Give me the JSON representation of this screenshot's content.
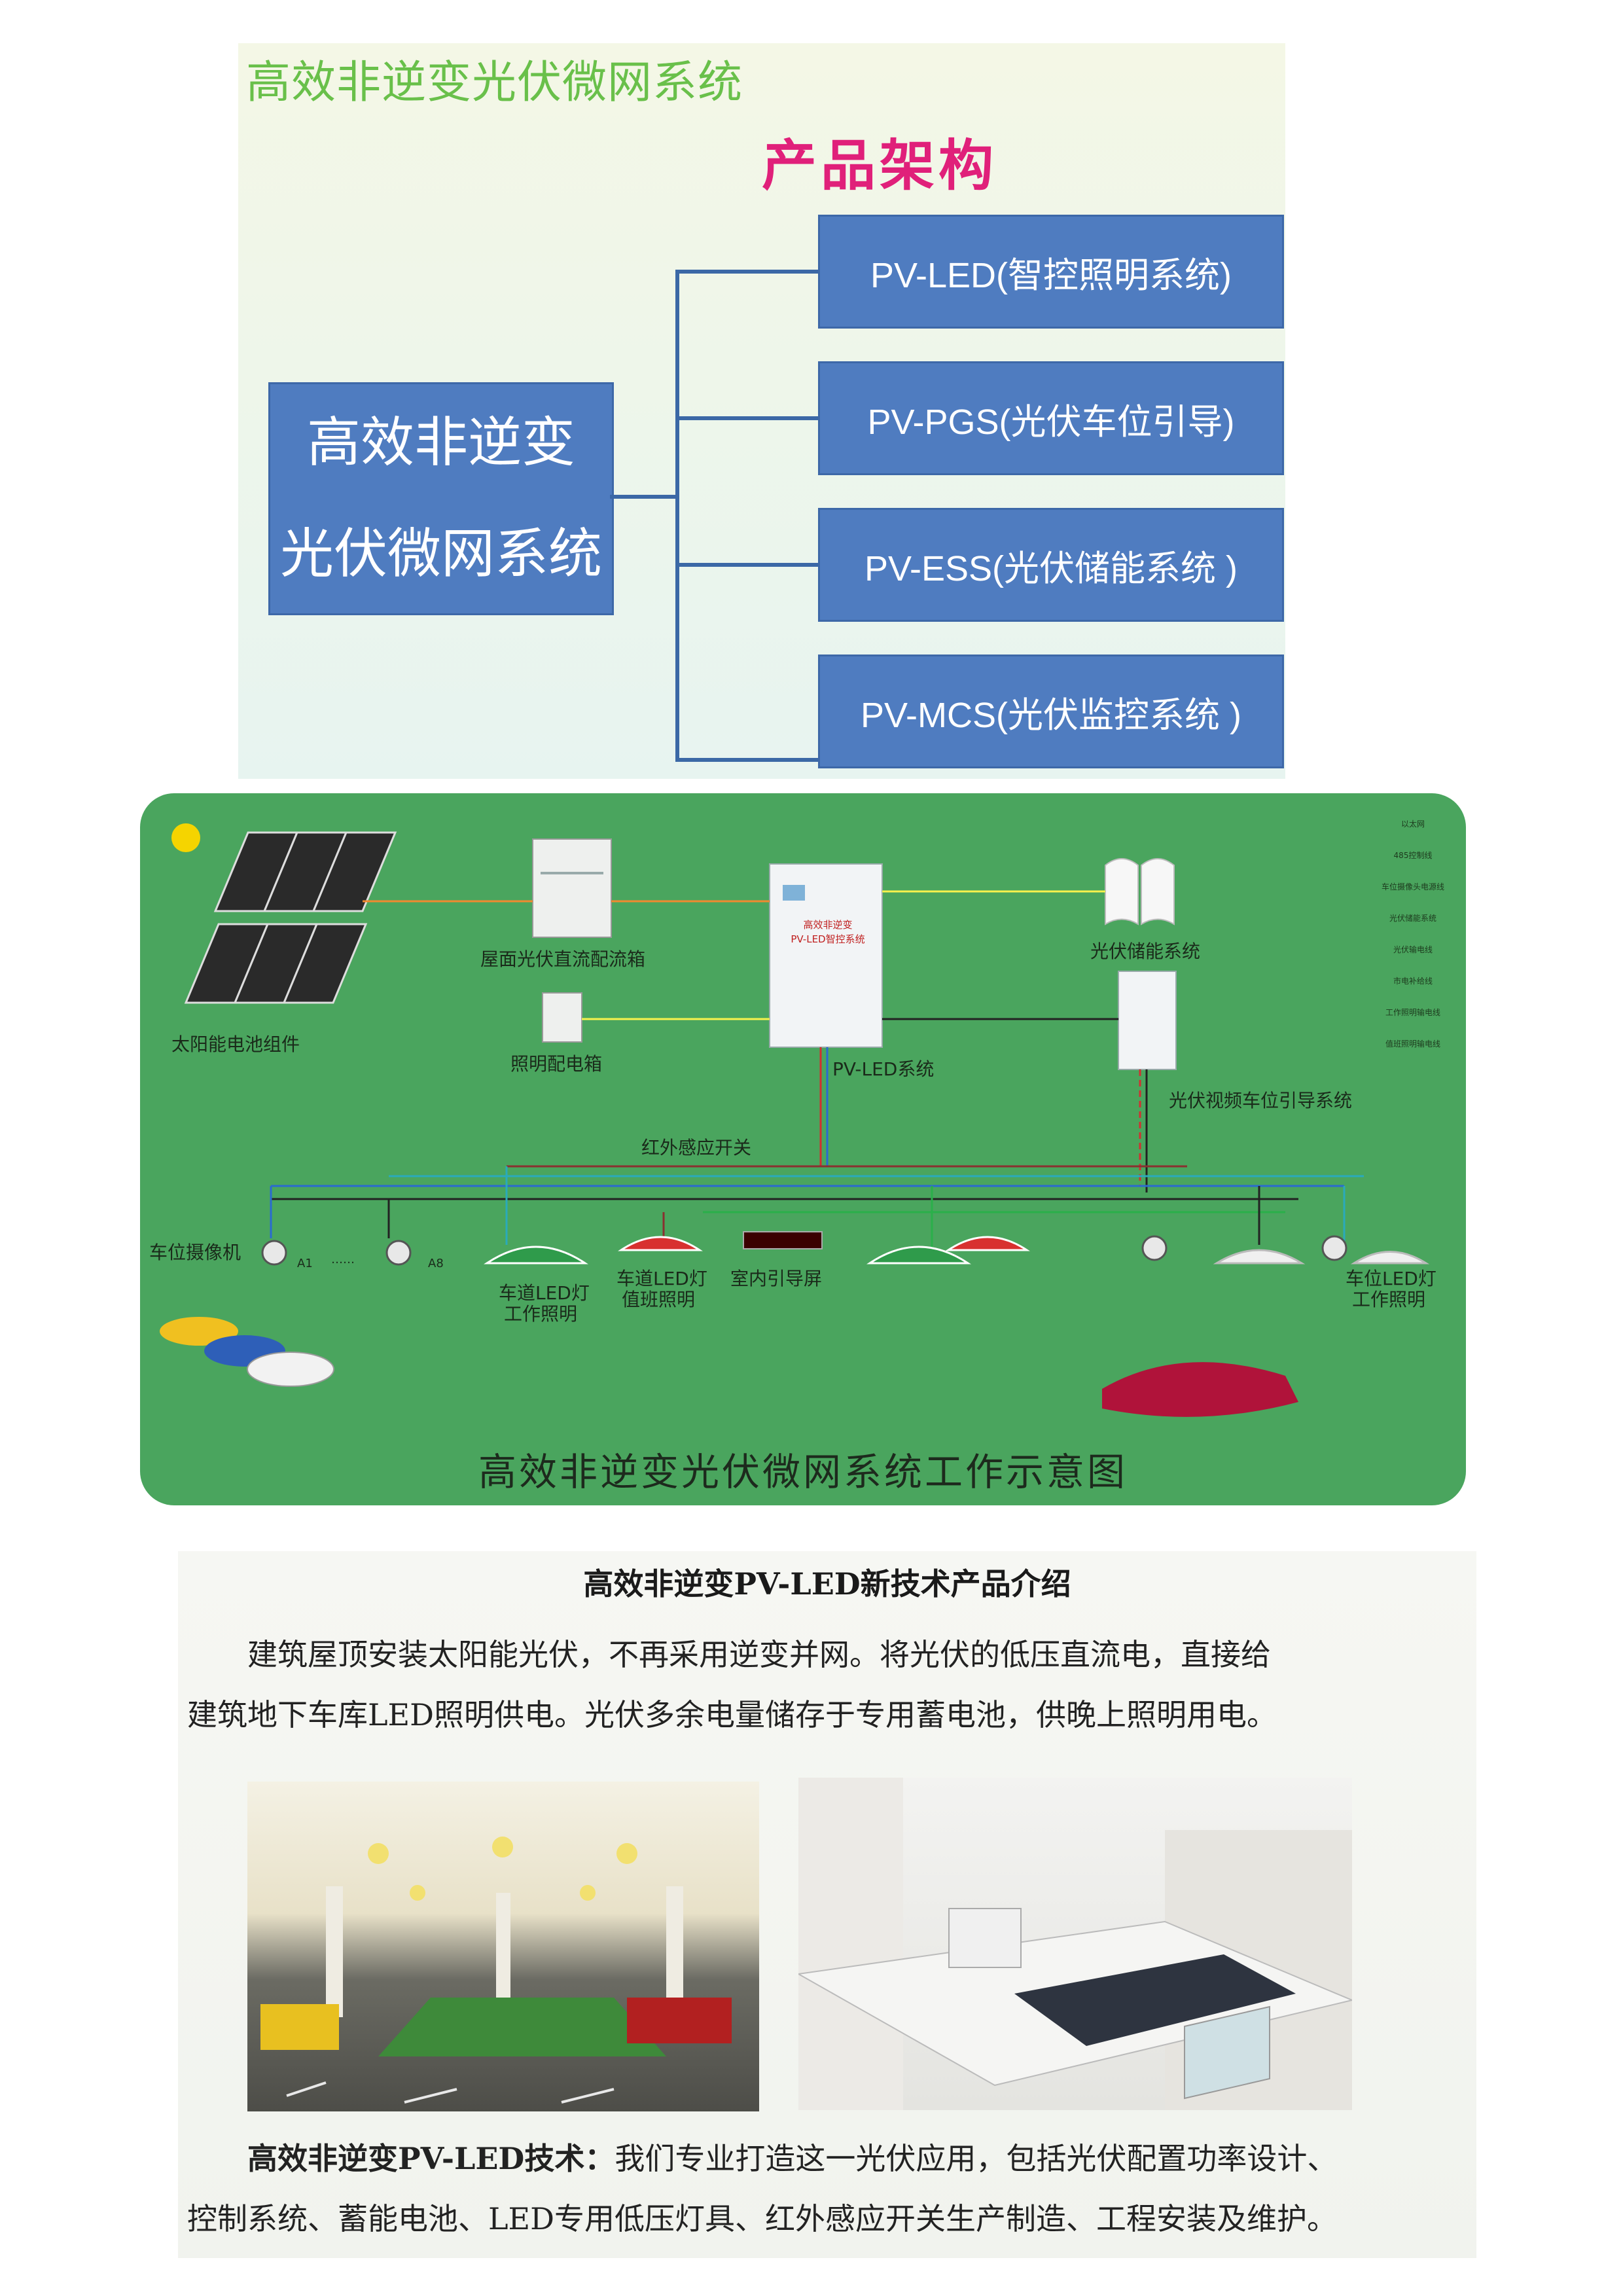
{
  "architecture": {
    "title": "高效非逆变光伏微网系统",
    "subtitle": "产品架构",
    "main_box": {
      "line1": "高效非逆变",
      "line2": "光伏微网系统"
    },
    "modules": [
      "PV-LED(智控照明系统)",
      "PV-PGS(光伏车位引导)",
      "PV-ESS(光伏储能系统 )",
      "PV-MCS(光伏监控系统 )"
    ],
    "colors": {
      "box": "#4f7cc0",
      "title": "#69c04a",
      "subtitle": "#e0207a",
      "line": "#3b68a6"
    }
  },
  "diagram": {
    "labels": {
      "solar": "太阳能电池组件",
      "dc_box": "屋面光伏直流配流箱",
      "lighting_box": "照明配电箱",
      "pvled": "PV-LED系统",
      "pvled_cabinet_line1": "高效非逆变",
      "pvled_cabinet_line2": "PV-LED智控系统",
      "storage": "光伏储能系统",
      "guidance": "光伏视频车位引导系统",
      "ir_switch": "红外感应开关",
      "camera": "车位摄像机",
      "a1": "A1",
      "dots": "……",
      "a8": "A8",
      "lane_work_1": "车道LED灯",
      "lane_work_2": "工作照明",
      "lane_duty_1": "车道LED灯",
      "lane_duty_2": "值班照明",
      "indoor_screen": "室内引导屏",
      "space_led_1": "车位LED灯",
      "space_led_2": "工作照明"
    },
    "legend": [
      "以太网",
      "485控制线",
      "车位摄像头电源线",
      "光伏储能系统",
      "光伏输电线",
      "市电补给线",
      "工作照明输电线",
      "值班照明输电线"
    ],
    "caption": "高效非逆变光伏微网系统工作示意图"
  },
  "intro": {
    "heading": "高效非逆变PV-LED新技术产品介绍",
    "para1_line1": "建筑屋顶安装太阳能光伏，不再采用逆变并网。将光伏的低压直流电，直接给",
    "para1_line2": "建筑地下车库LED照明供电。光伏多余电量储存于专用蓄电池，供晚上照明用电。",
    "para2_bold": "高效非逆变PV-LED技术：",
    "para2_line1": "我们专业打造这一光伏应用，包括光伏配置功率设计、",
    "para2_line2": "控制系统、蓄能电池、LED专用低压灯具、红外感应开关生产制造、工程安装及维护。"
  }
}
